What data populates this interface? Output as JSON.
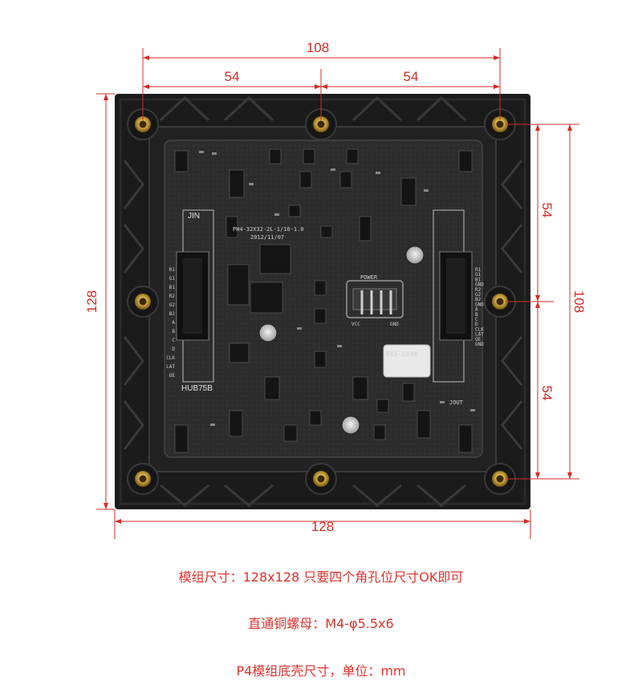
{
  "dimensions": {
    "top_total": "108",
    "top_left_half": "54",
    "top_right_half": "54",
    "right_total": "108",
    "right_upper_half": "54",
    "right_lower_half": "54",
    "left_height": "128",
    "bottom_width": "128"
  },
  "board_markings": {
    "model": "PH4-32X32-2L-1/16-1.0",
    "date": "2012/11/07",
    "connector_label": "HUB75B",
    "jin_label": "JIN",
    "power_label": "POWER",
    "vcc_label": "VCC",
    "gnd_label": "GND",
    "sticker_text": "B15-1938",
    "jout_label": "JOUT",
    "left_pins": [
      "R1",
      "G1",
      "B1",
      "R2",
      "G2",
      "B2",
      "A",
      "B",
      "C",
      "D",
      "CLK",
      "LAT",
      "OE"
    ],
    "right_pins": [
      "R1",
      "G1",
      "B1",
      "GND",
      "R2",
      "G2",
      "B2",
      "GND",
      "A",
      "B",
      "C",
      "D",
      "CLK",
      "LAT",
      "OE",
      "GND"
    ]
  },
  "captions": {
    "line1": "模组尺寸：128x128  只要四个角孔位尺寸OK即可",
    "line2": "直通铜螺母：M4-φ5.5x6",
    "line3": "P4模组底壳尺寸，单位：mm"
  },
  "colors": {
    "dimension_red": "#d62b24",
    "caption_red": "#e0322c",
    "housing_black": "#1c1c1c",
    "pcb_dark": "#2a2a2a",
    "brass": "#c9a13a"
  }
}
